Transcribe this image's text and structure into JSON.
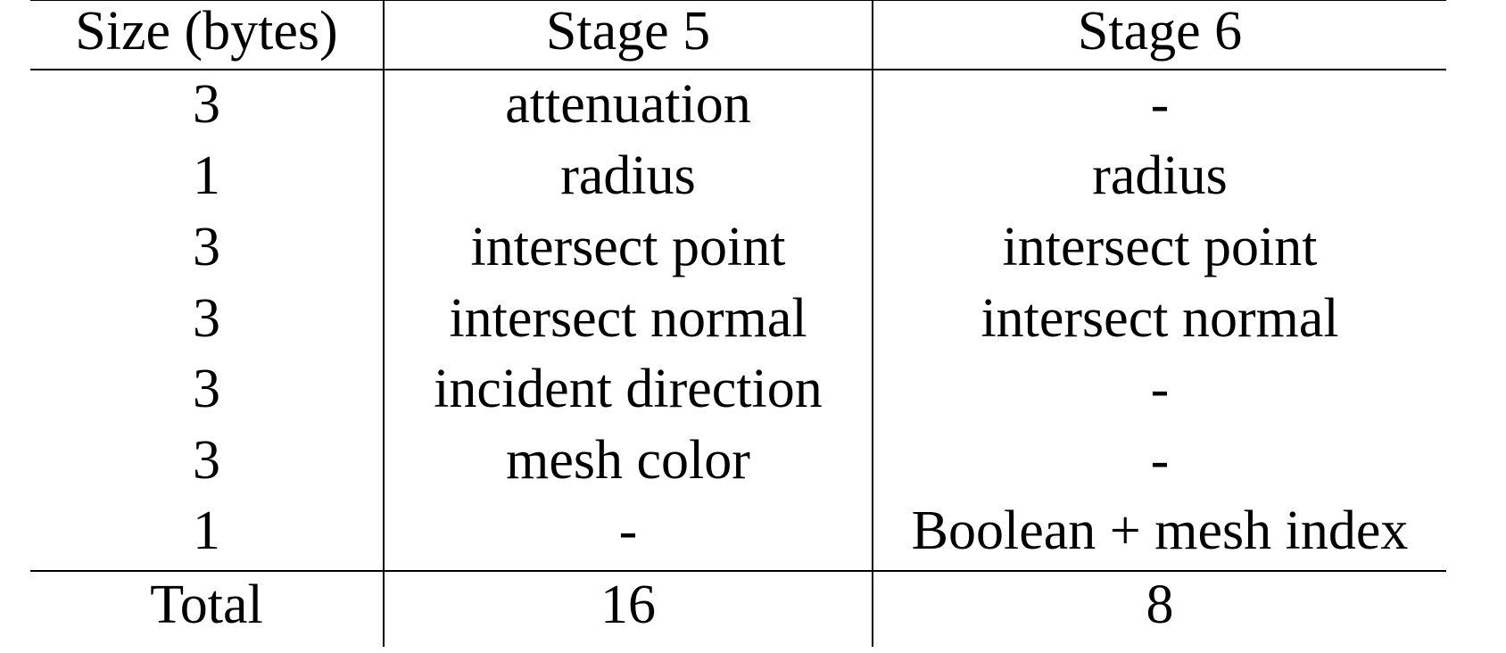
{
  "table": {
    "headers": [
      "Size (bytes)",
      "Stage 5",
      "Stage 6"
    ],
    "rows": [
      [
        "3",
        "attenuation",
        "-"
      ],
      [
        "1",
        "radius",
        "radius"
      ],
      [
        "3",
        "intersect point",
        "intersect point"
      ],
      [
        "3",
        "intersect normal",
        "intersect normal"
      ],
      [
        "3",
        "incident direction",
        "-"
      ],
      [
        "3",
        "mesh color",
        "-"
      ],
      [
        "1",
        "-",
        "Boolean + mesh index"
      ]
    ],
    "total": [
      "Total",
      "16",
      "8"
    ]
  }
}
